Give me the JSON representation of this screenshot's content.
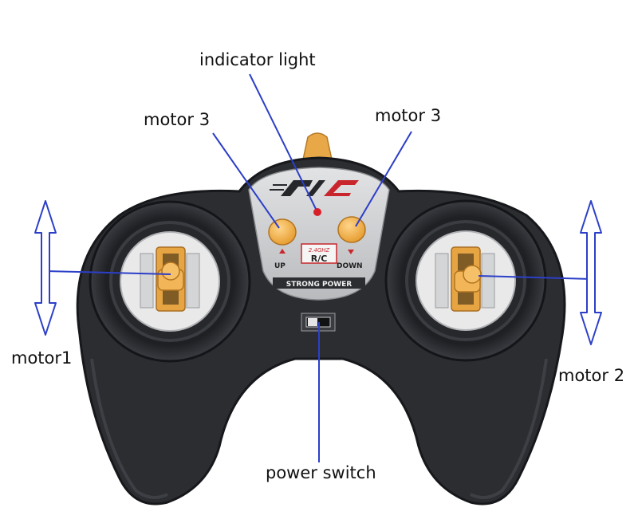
{
  "labels": {
    "indicator_light": "indicator light",
    "motor3_left": "motor 3",
    "motor3_right": "motor 3",
    "motor1": "motor1",
    "motor2": "motor 2",
    "power_switch": "power switch"
  },
  "device": {
    "logo": "R/C",
    "up_label": "UP",
    "down_label": "DOWN",
    "frequency": "2.4GHZ",
    "badge": "R/C",
    "brand_strip": "STRONG POWER"
  },
  "colors": {
    "body": "#2b2d31",
    "faceplate": "#cfd0d2",
    "button": "#f0b048",
    "indicator": "#d8202a",
    "annotation": "#2c3fc8"
  }
}
